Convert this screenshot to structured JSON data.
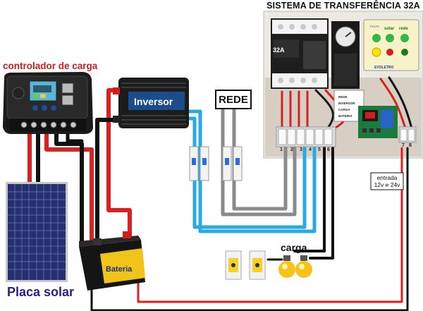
{
  "titles": {
    "system": "SISTEMA DE TRANSFERÊNCIA 32A",
    "controller": "controlador de carga",
    "panel": "Placa solar",
    "grid": "REDE",
    "load": "carga",
    "input_line1": "entrada",
    "input_line2": "12v e 24v"
  },
  "components": {
    "inverter": "Inversor",
    "battery": "Bateria",
    "contactor": "32A",
    "relay_brand": "EVOLETRO",
    "relay_solar": "solar",
    "relay_rede": "rede",
    "relay_falta": "FALTA",
    "modes": [
      "REDE",
      "INVERSOR",
      "CARGA",
      "BATERIA"
    ]
  },
  "terminals": [
    "1",
    "2",
    "3",
    "4",
    "5",
    "6",
    "7",
    "8"
  ],
  "colors": {
    "red_wire": "#e01e1e",
    "black_wire": "#111111",
    "blue_wire": "#27a9e1",
    "gray_wire": "#8a8a8a",
    "panel_title": "#2d1a8a",
    "controller_title": "#d11a1a"
  }
}
